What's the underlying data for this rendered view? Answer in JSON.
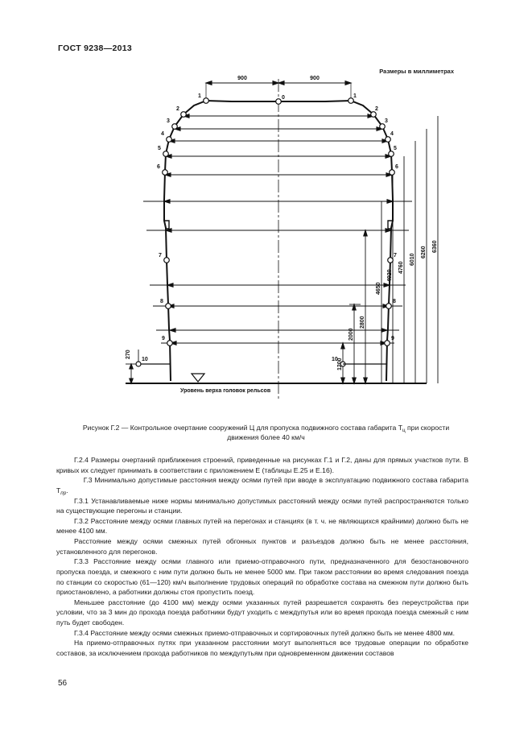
{
  "header": {
    "standard": "ГОСТ 9238—2013"
  },
  "figure": {
    "units_note": "Размеры в миллиметрах",
    "baseline_label": "Уровень верха головок рельсов",
    "half_width_left": "900",
    "half_width_right": "900",
    "points": [
      "0",
      "1",
      "2",
      "3",
      "4",
      "5",
      "6",
      "7",
      "8",
      "9",
      "10"
    ],
    "vertical_dims": [
      "270",
      "1200",
      "2000",
      "2800",
      "4650",
      "4920",
      "4760",
      "6010",
      "6260",
      "6360"
    ],
    "caption_line1": "Рисунок Г.2 — Контрольное очертание сооружений Ц для пропуска подвижного состава габарита Т",
    "caption_sub1": "ц",
    "caption_line1b": " при скорости",
    "caption_line2": "движения более 40 км/ч"
  },
  "body": {
    "p1": "Г.2.4 Размеры очертаний приближения строений, приведенные на рисунках Г.1 и Г.2, даны для прямых участков пути. В кривых их следует принимать в соответствии с приложением Е (таблицы Е.25 и Е.16).",
    "p2a": "Г.3 Минимально допустимые расстояния между осями путей при вводе в эксплуатацию подвижного состава габарита Т",
    "p2sub": "пр",
    "p2b": ".",
    "p3": "Г.3.1 Устанавливаемые ниже нормы минимально допустимых расстояний между осями путей распространяются только на существующие перегоны и станции.",
    "p4": "Г.3.2 Расстояние между осями главных путей на перегонах и станциях (в т. ч. не являющихся крайними) должно быть не менее 4100 мм.",
    "p5": "Расстояние между осями смежных путей обгонных пунктов и разъездов должно быть не менее расстояния, установленного для перегонов.",
    "p6": "Г.3.3 Расстояние между осями главного или приемо-отправочного пути, предназначенного для безостановочного пропуска поезда, и смежного с ним пути должно быть не менее 5000 мм. При таком расстоянии во время следования поезда по станции со скоростью (61—120) км/ч выполнение трудовых операций по обработке состава на смежном пути должно быть приостановлено, а работники должны стоя пропустить поезд.",
    "p7": "Меньшее расстояние (до 4100 мм) между осями указанных путей разрешается сохранять без переустройства при условии, что за 3 мин до прохода поезда работники будут уходить с междупутья или во время прохода поезда смежный с ним путь будет свободен.",
    "p8": "Г.3.4 Расстояние между осями смежных приемо-отправочных и сортировочных путей должно быть не менее 4800 мм.",
    "p9": "На приемо-отправочных путях при указанном расстоянии могут выполняться все трудовые операции по обработке составов, за исключением прохода работников по междупутьям при одновременном движении составов"
  },
  "footer": {
    "page_number": "56"
  }
}
